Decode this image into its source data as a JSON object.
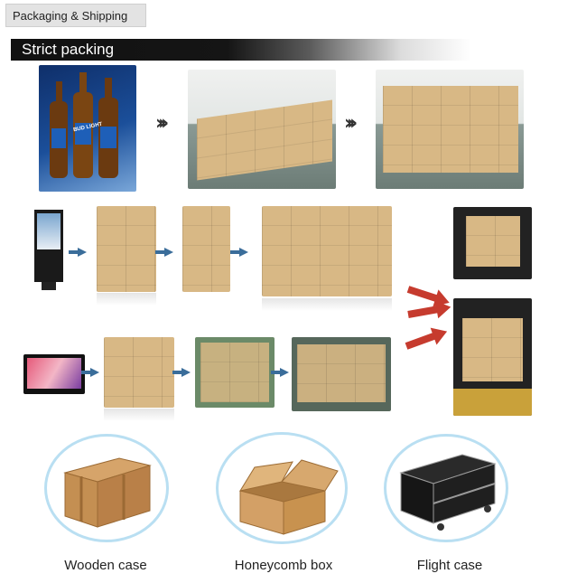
{
  "tab": {
    "label": "Packaging & Shipping"
  },
  "banner": {
    "title": "Strict packing"
  },
  "products": {
    "beer_poster_text": "BUD LIGHT",
    "box_types": [
      {
        "label": "Wooden case",
        "icon": "wooden-crate"
      },
      {
        "label": "Honeycomb box",
        "icon": "open-cardboard-box"
      },
      {
        "label": "Flight case",
        "icon": "flight-case"
      }
    ]
  },
  "colors": {
    "banner_dark": "#111111",
    "circle_ring": "#b9dff2",
    "arrow_red": "#c63b2e",
    "arrow_blue": "#3a6d9a"
  }
}
